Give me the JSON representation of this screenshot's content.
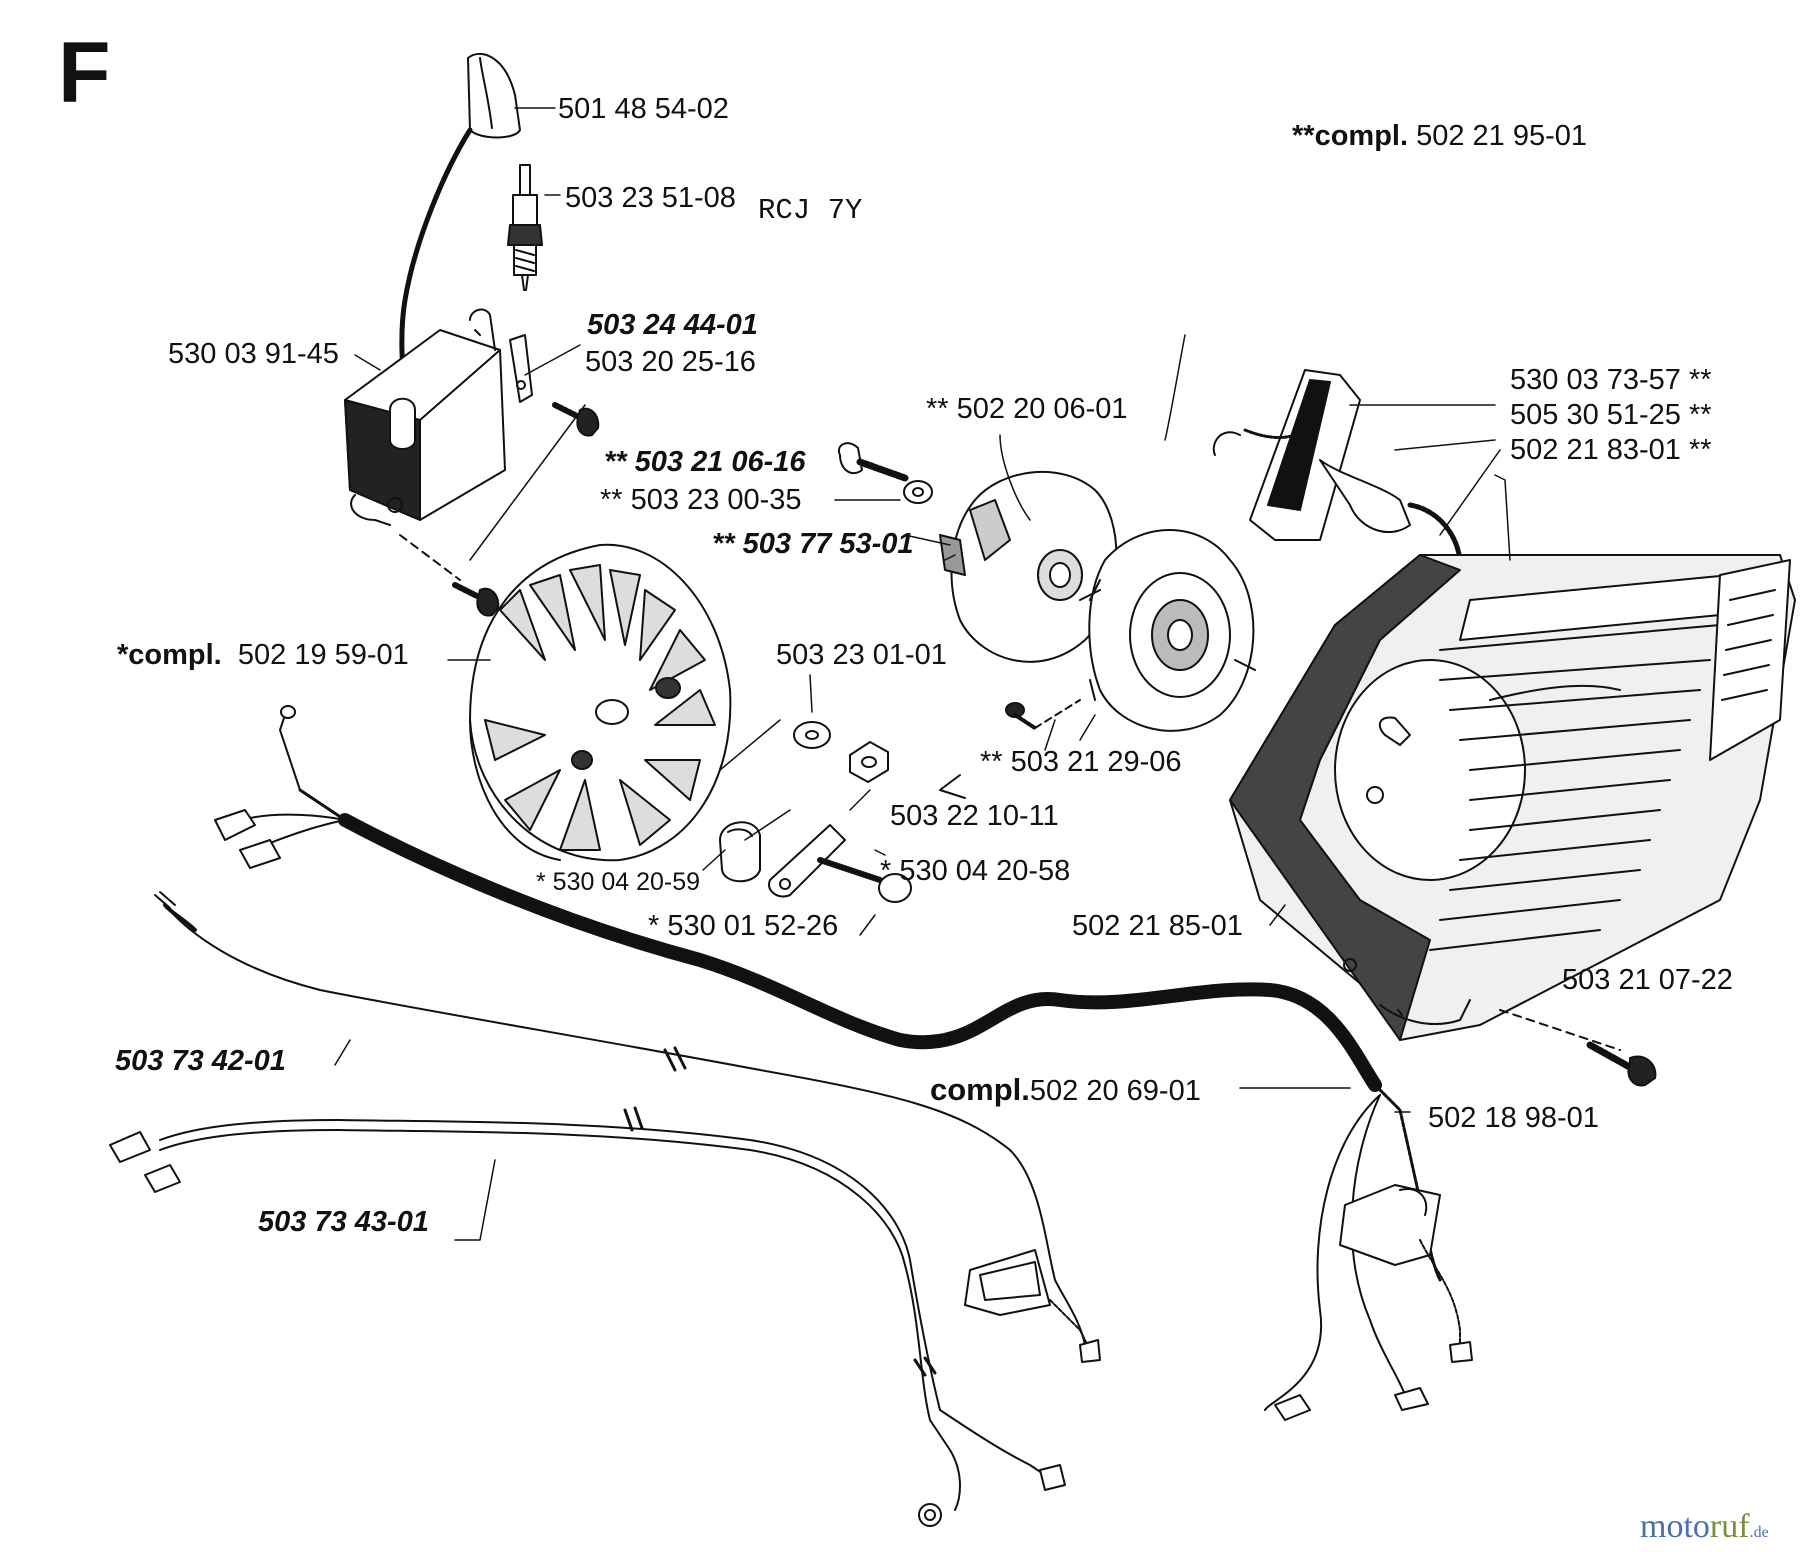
{
  "section_letter": "F",
  "labels": {
    "ignition_cap": "501 48 54-02",
    "spark_plug": "503 23 51-08",
    "spark_plug_type": "RCJ 7Y",
    "ignition_module": "530 03 91-45",
    "contact_strip": "503 24 44-01",
    "module_screw": "503 20 25-16",
    "starter_compl_prefix": "**compl.",
    "starter_compl_num": "502 21 95-01",
    "pulley_spring": "** 502 20 06-01",
    "pulley_screw": "** 503 21 06-16",
    "pulley_washer": "** 503 23 00-35",
    "pulley": "** 503 77 53-01",
    "handle_1": "530 03 73-57 **",
    "handle_2": "505 30 51-25 **",
    "rope": "502 21 83-01 **",
    "flywheel_prefix": "*compl.",
    "flywheel_num": "502 19 59-01",
    "flywheel_washer": "503 23 01-01",
    "starter_screw": "** 503 21 29-06",
    "flywheel_nut": "503 22 10-11",
    "spring": "* 530 04 20-59",
    "pawl": "* 530 04 20-58",
    "pawl_pin": "* 530 01 52-26",
    "starter_housing": "502 21 85-01",
    "housing_screw": "503 21 07-22",
    "wire_1": "503 73 42-01",
    "harness_prefix": "compl.",
    "harness_num": "502 20 69-01",
    "cable_sleeve": "502 18 98-01",
    "wire_2": "503 73 43-01"
  },
  "watermark": {
    "part1": "moto",
    "part2": "ruf",
    "part3": ".de"
  }
}
